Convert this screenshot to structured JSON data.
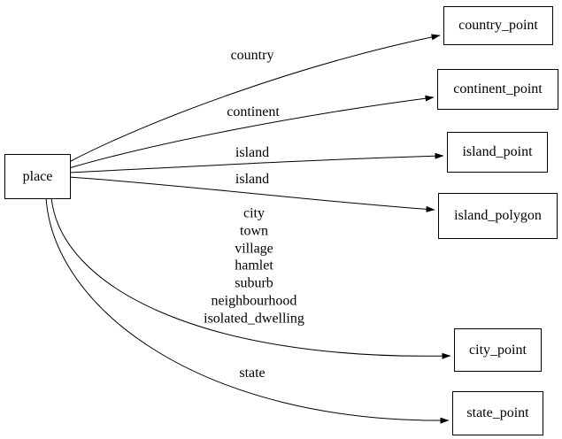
{
  "diagram": {
    "type": "directed-graph",
    "background_color": "#ffffff",
    "node_border_color": "#000000",
    "edge_color": "#000000",
    "nodes": [
      {
        "id": "place",
        "label": "place"
      },
      {
        "id": "country_point",
        "label": "country_point"
      },
      {
        "id": "continent_point",
        "label": "continent_point"
      },
      {
        "id": "island_point",
        "label": "island_point"
      },
      {
        "id": "island_polygon",
        "label": "island_polygon"
      },
      {
        "id": "city_point",
        "label": "city_point"
      },
      {
        "id": "state_point",
        "label": "state_point"
      }
    ],
    "edges": [
      {
        "from": "place",
        "to": "country_point",
        "label": "country"
      },
      {
        "from": "place",
        "to": "continent_point",
        "label": "continent"
      },
      {
        "from": "place",
        "to": "island_point",
        "label": "island"
      },
      {
        "from": "place",
        "to": "island_polygon",
        "label": "island"
      },
      {
        "from": "place",
        "to": "city_point",
        "label": "city\ntown\nvillage\nhamlet\nsuburb\nneighbourhood\nisolated_dwelling"
      },
      {
        "from": "place",
        "to": "state_point",
        "label": "state"
      }
    ]
  }
}
